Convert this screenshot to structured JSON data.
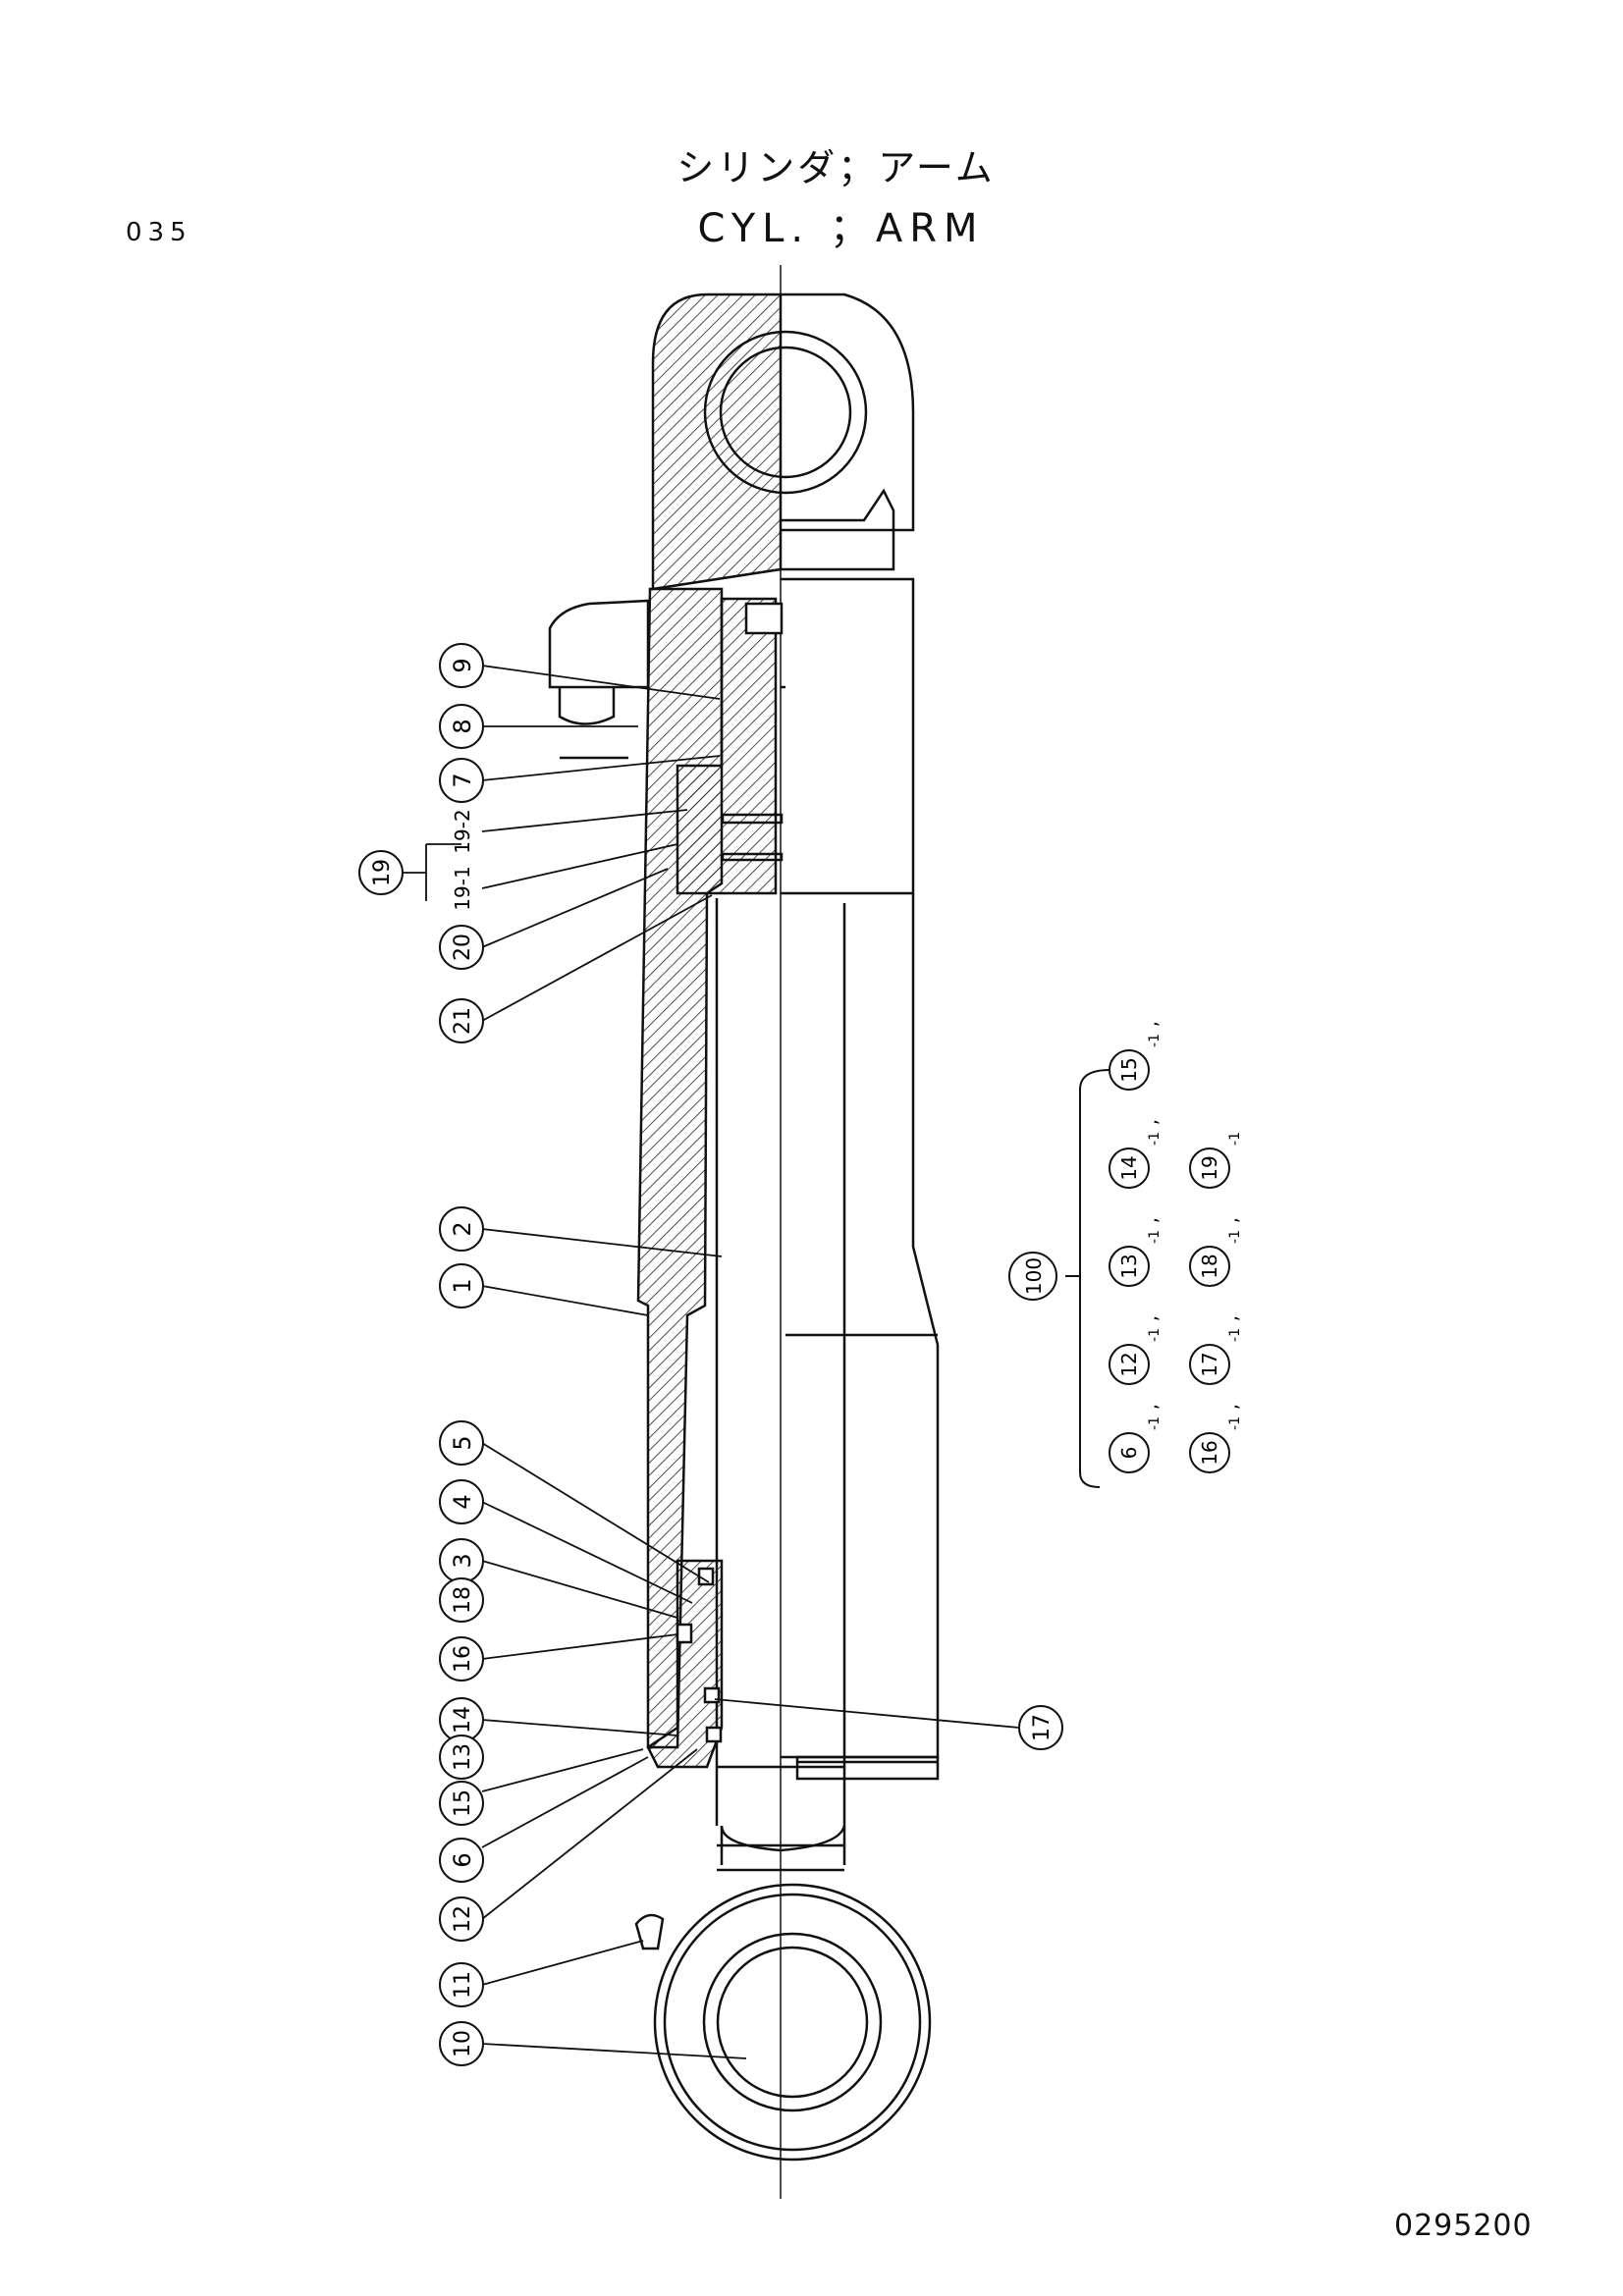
{
  "page_number": "035",
  "title_jp": "シリンダ；アーム",
  "title_en": "CYL. ；ARM",
  "drawing_number": "0295200",
  "callouts": [
    {
      "label": "9"
    },
    {
      "label": "8"
    },
    {
      "label": "7"
    },
    {
      "label": "19-2"
    },
    {
      "label": "19"
    },
    {
      "label": "19-1"
    },
    {
      "label": "20"
    },
    {
      "label": "21"
    },
    {
      "label": "2"
    },
    {
      "label": "1"
    },
    {
      "label": "5"
    },
    {
      "label": "4"
    },
    {
      "label": "3"
    },
    {
      "label": "18"
    },
    {
      "label": "16"
    },
    {
      "label": "14"
    },
    {
      "label": "13"
    },
    {
      "label": "15"
    },
    {
      "label": "6"
    },
    {
      "label": "12"
    },
    {
      "label": "11"
    },
    {
      "label": "10"
    },
    {
      "label": "17"
    }
  ],
  "kit": {
    "label": "100",
    "row1": [
      "15",
      "14",
      "13",
      "12",
      "6"
    ],
    "row2": [
      "19",
      "18",
      "17",
      "16"
    ],
    "suffix": "-1",
    "separator": ","
  }
}
